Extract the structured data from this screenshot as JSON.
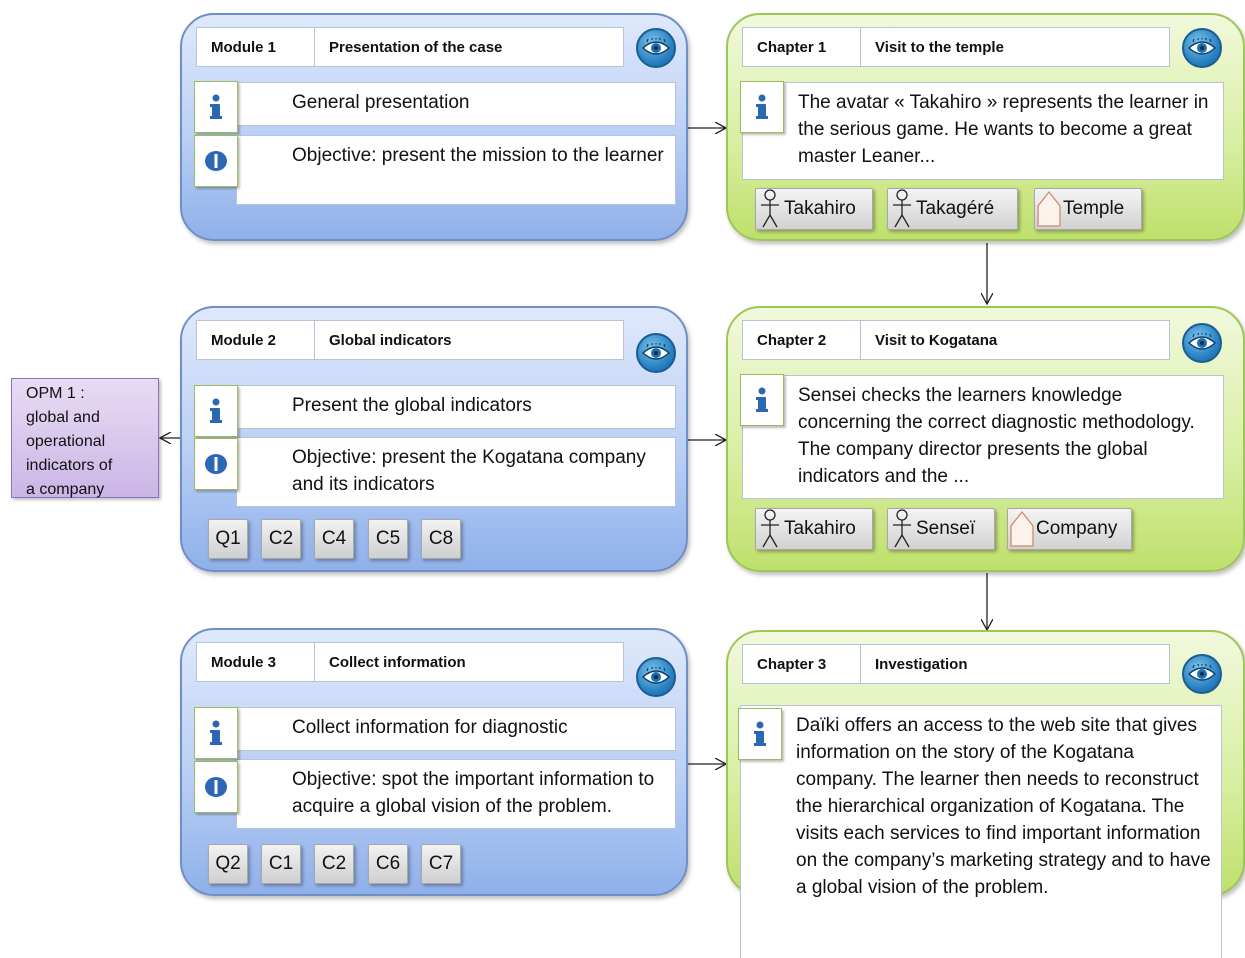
{
  "modules": [
    {
      "label": "Module 1",
      "title": "Presentation of the case",
      "info": "General presentation",
      "objective": "Objective: present the mission to the learner",
      "chips": []
    },
    {
      "label": "Module 2",
      "title": "Global indicators",
      "info": "Present the global indicators",
      "objective": "Objective: present the Kogatana company and its indicators",
      "chips": [
        "Q1",
        "C2",
        "C4",
        "C5",
        "C8"
      ]
    },
    {
      "label": "Module 3",
      "title": "Collect information",
      "info": "Collect information for diagnostic",
      "objective": "Objective: spot the important information to acquire a global vision of the problem.",
      "chips": [
        "Q2",
        "C1",
        "C2",
        "C6",
        "C7"
      ]
    }
  ],
  "chapters": [
    {
      "label": "Chapter 1",
      "title": "Visit to the temple",
      "text": "The avatar « Takahiro » represents the learner in the serious game. He wants to become a great master Leaner...",
      "characters": [
        {
          "name": "Takahiro",
          "icon": "person-icon"
        },
        {
          "name": "Takagéré",
          "icon": "person-icon"
        },
        {
          "name": "Temple",
          "icon": "house-icon"
        }
      ]
    },
    {
      "label": "Chapter 2",
      "title": "Visit to Kogatana",
      "text": "Sensei checks the learners knowledge concerning the correct diagnostic methodology. The company director presents the global indicators and the ...",
      "characters": [
        {
          "name": "Takahiro",
          "icon": "person-icon"
        },
        {
          "name": "Senseï",
          "icon": "person-icon"
        },
        {
          "name": "Company",
          "icon": "house-icon"
        }
      ]
    },
    {
      "label": "Chapter 3",
      "title": "Investigation",
      "text": "Daïki offers an access to the web site that gives information on the story of the Kogatana company. The learner then needs to reconstruct the hierarchical organization of Kogatana. The visits each services to find important information on the company’s marketing strategy and to have a global vision of the problem.",
      "characters": []
    }
  ],
  "opm": {
    "line1": "OPM 1 :",
    "line2": "global and",
    "line3": "operational",
    "line4": "indicators of",
    "line5": "a company"
  },
  "colors": {
    "module_border": "#6f8fc6",
    "chapter_border": "#9cc65a",
    "opm_fill": "#cbb5e6",
    "eye": "#2a83c4"
  }
}
